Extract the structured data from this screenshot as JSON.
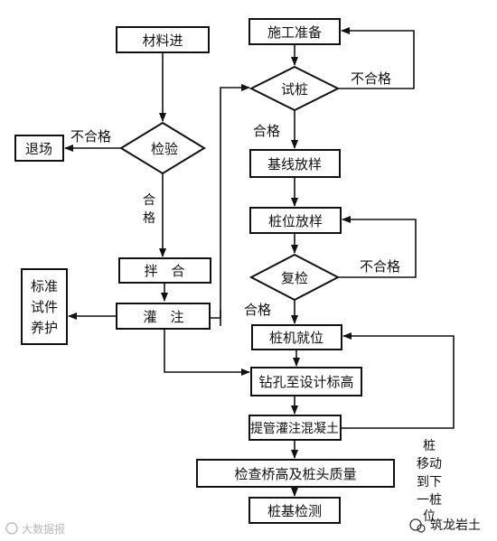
{
  "nodes": {
    "material_in": "材料进",
    "inspection": "检验",
    "reject_exit": "退场",
    "mix": "拌　合",
    "pour": "灌　注",
    "specimen_cure": [
      "标准",
      "试件",
      "养护"
    ],
    "construction_prep": "施工准备",
    "test_pile": "试桩",
    "baseline_layout": "基线放样",
    "pile_position_layout": "桩位放样",
    "recheck": "复检",
    "rig_in_position": "桩机就位",
    "drill_to_elevation": "钻孔至设计标高",
    "lift_pipe_pour": "提管灌注混凝土",
    "check_elevation_quality": "检查桥高及桩头质量",
    "foundation_test": "桩基检测"
  },
  "edge_labels": {
    "fail_inspection": "不合格",
    "pass_inspection": [
      "合",
      "格"
    ],
    "fail_test_pile": "不合格",
    "pass_test_pile": "合格",
    "fail_recheck": "不合格",
    "pass_recheck": "合格",
    "move_next_pile": [
      "桩",
      "移动",
      "到下",
      "一桩",
      "位"
    ]
  },
  "watermarks": {
    "left": "大数据报",
    "right": "筑龙岩土"
  }
}
